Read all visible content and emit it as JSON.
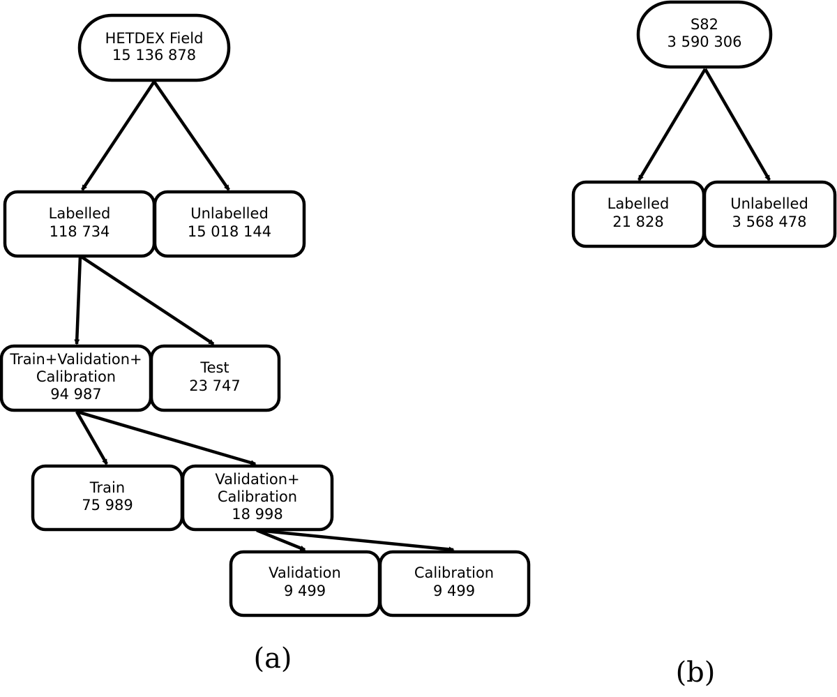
{
  "panel_a": {
    "caption": "(a)",
    "hetdex": {
      "title": "HETDEX Field",
      "count": "15 136 878"
    },
    "labelled": {
      "title": "Labelled",
      "count": "118 734"
    },
    "unlabelled": {
      "title": "Unlabelled",
      "count": "15 018 144"
    },
    "trainvalcal": {
      "title_line1": "Train+Validation+",
      "title_line2": "Calibration",
      "count": "94 987"
    },
    "test": {
      "title": "Test",
      "count": "23 747"
    },
    "train": {
      "title": "Train",
      "count": "75 989"
    },
    "valcal": {
      "title_line1": "Validation+",
      "title_line2": "Calibration",
      "count": "18 998"
    },
    "validation": {
      "title": "Validation",
      "count": "9 499"
    },
    "calibration": {
      "title": "Calibration",
      "count": "9 499"
    }
  },
  "panel_b": {
    "caption": "(b)",
    "s82": {
      "title": "S82",
      "count": "3 590 306"
    },
    "labelled": {
      "title": "Labelled",
      "count": "21 828"
    },
    "unlabelled": {
      "title": "Unlabelled",
      "count": "3 568 478"
    }
  }
}
